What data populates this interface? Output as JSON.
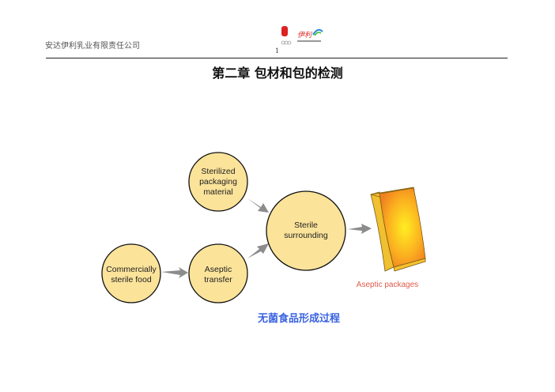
{
  "header": {
    "company": "安达伊利乳业有限责任公司",
    "page_number": "1",
    "logo_text": "伊利"
  },
  "title": "第二章  包材和包的检测",
  "diagram": {
    "nodes": [
      {
        "lines": [
          "Sterilized",
          "packaging",
          "material"
        ]
      },
      {
        "lines": [
          "Commercially",
          "sterile food"
        ]
      },
      {
        "lines": [
          "Aseptic",
          "transfer"
        ]
      },
      {
        "lines": [
          "Sterile",
          "surrounding"
        ]
      }
    ],
    "package_label": "Aseptic packages",
    "colors": {
      "node_fill": "#fbe39a",
      "arrow": "#8c8c8c",
      "package": "#f5a623",
      "label": "#e05a4a"
    }
  },
  "caption": "无菌食品形成过程"
}
